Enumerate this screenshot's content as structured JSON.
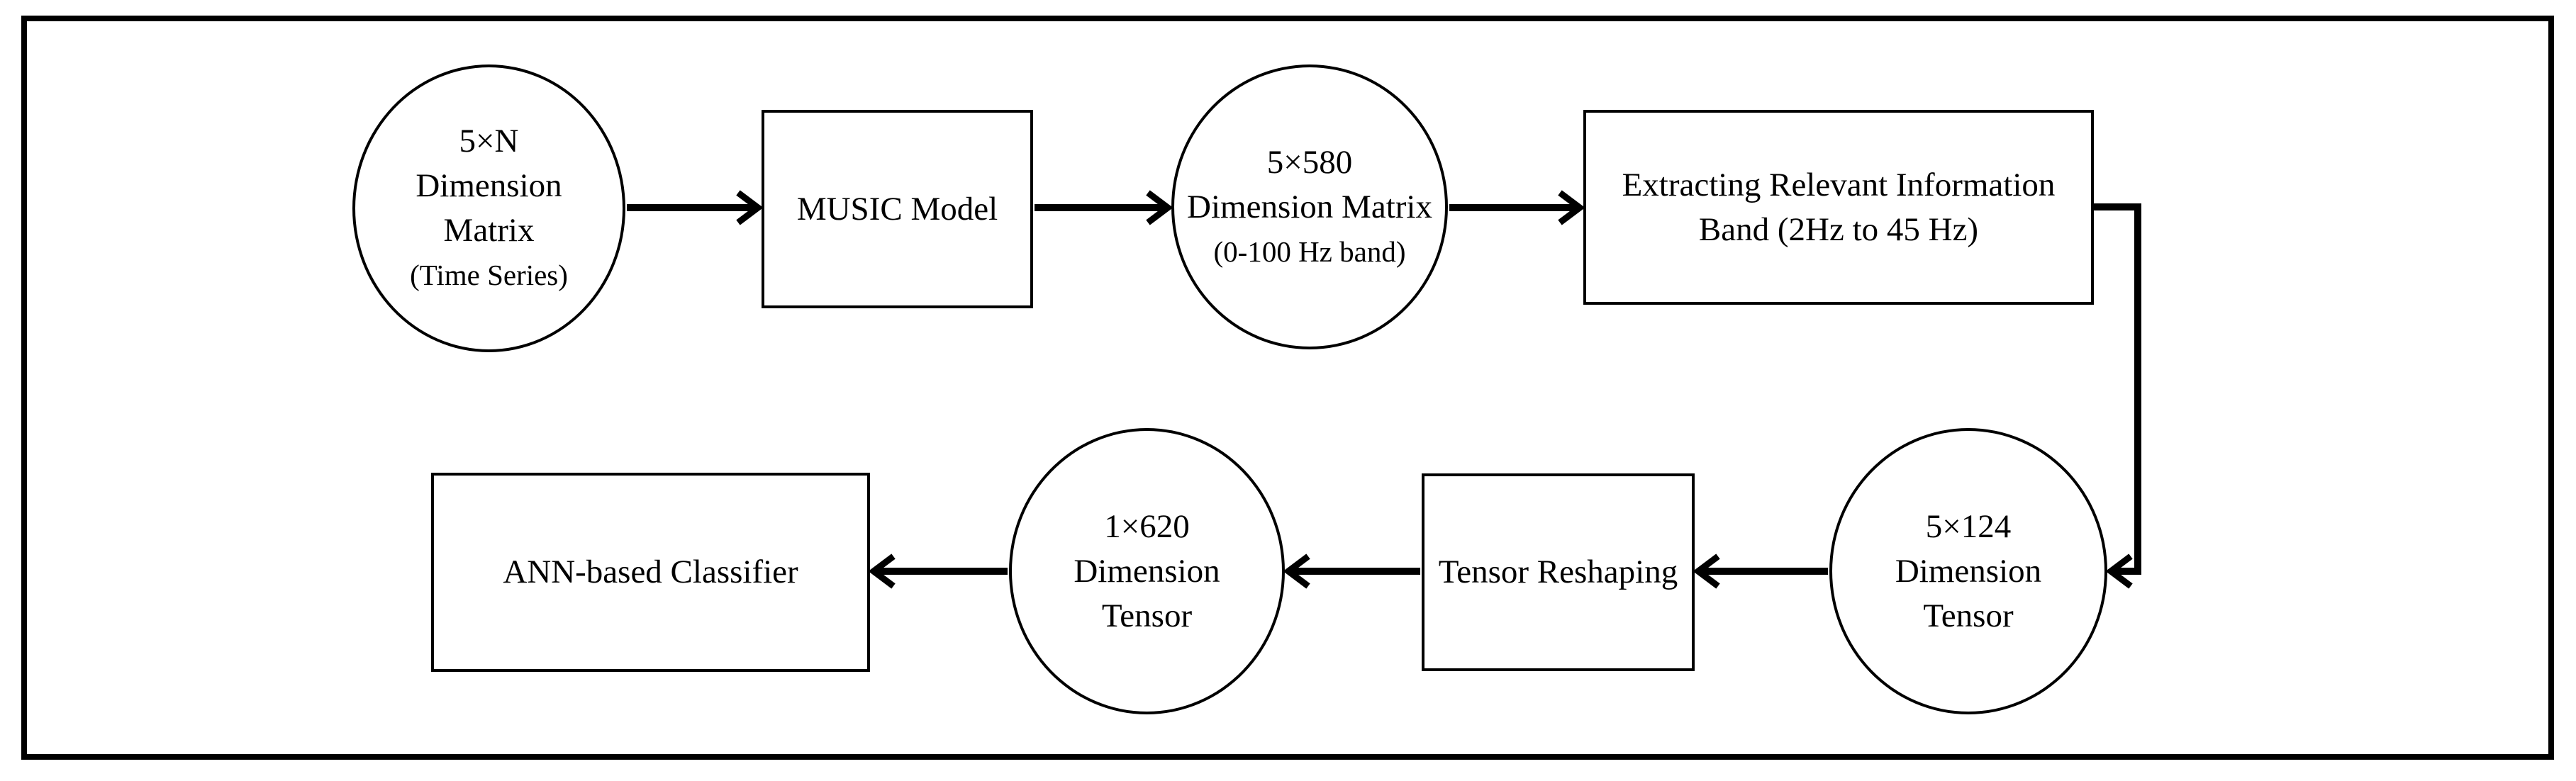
{
  "nodes": {
    "input_matrix": {
      "line1": "5×N",
      "line2": "Dimension",
      "line3": "Matrix",
      "note": "(Time Series)"
    },
    "music_model": {
      "label": "MUSIC Model"
    },
    "matrix_5x580": {
      "line1": "5×580",
      "line2": "Dimension Matrix",
      "note": "(0-100 Hz band)"
    },
    "band_extraction": {
      "line1": "Extracting Relevant Information",
      "line2": "Band (2Hz to 45 Hz)"
    },
    "tensor_5x124": {
      "line1": "5×124",
      "line2": "Dimension",
      "line3": "Tensor"
    },
    "tensor_reshaping": {
      "label": "Tensor Reshaping"
    },
    "tensor_1x620": {
      "line1": "1×620",
      "line2": "Dimension",
      "line3": "Tensor"
    },
    "ann_classifier": {
      "label": "ANN-based Classifier"
    }
  },
  "connections": [
    {
      "from": "input_matrix",
      "to": "music_model"
    },
    {
      "from": "music_model",
      "to": "matrix_5x580"
    },
    {
      "from": "matrix_5x580",
      "to": "band_extraction"
    },
    {
      "from": "band_extraction",
      "to": "tensor_5x124"
    },
    {
      "from": "tensor_5x124",
      "to": "tensor_reshaping"
    },
    {
      "from": "tensor_reshaping",
      "to": "tensor_1x620"
    },
    {
      "from": "tensor_1x620",
      "to": "ann_classifier"
    }
  ],
  "colors": {
    "stroke": "#000000",
    "background": "#ffffff",
    "text": "#000000"
  }
}
